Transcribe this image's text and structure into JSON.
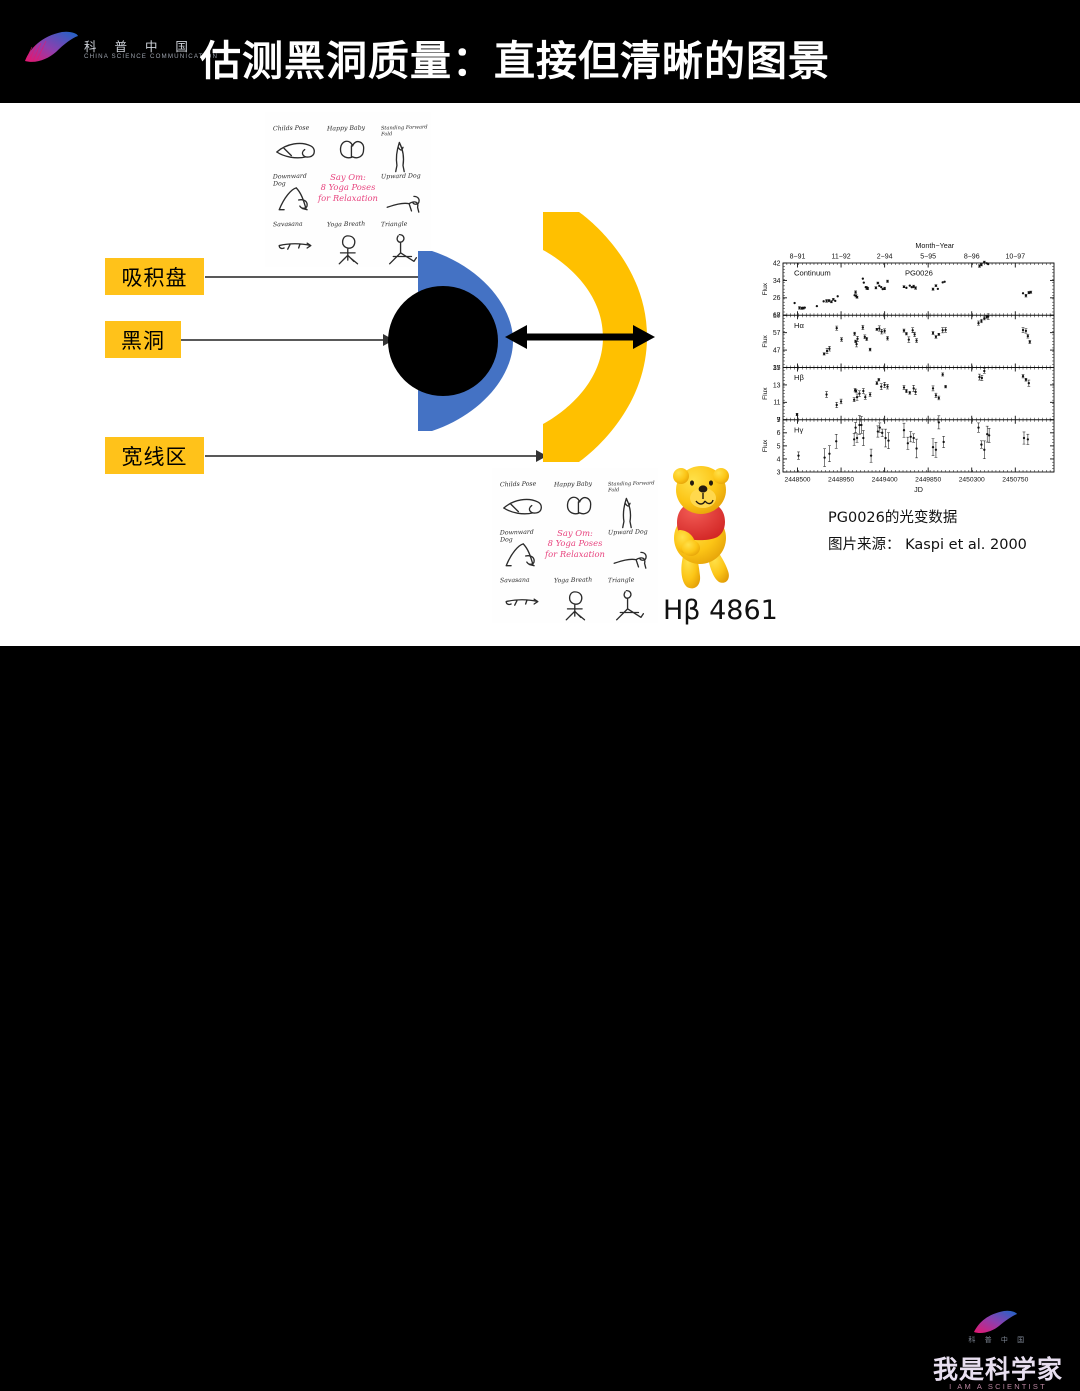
{
  "header": {
    "logo_cn": "科 普 中 国",
    "logo_en": "CHINA SCIENCE COMMUNICATION",
    "title": "估测黑洞质量：直接但清晰的图景"
  },
  "diagram": {
    "labels": [
      {
        "id": "accretion-disk",
        "text": "吸积盘"
      },
      {
        "id": "black-hole",
        "text": "黑洞"
      },
      {
        "id": "broad-line-region",
        "text": "宽线区"
      }
    ],
    "emission_line": "Hβ 4861",
    "colors": {
      "disk_blue": "#4472C4",
      "blr_yellow": "#FFC000",
      "label_yellow": "#FFC21A",
      "black_hole": "#000000",
      "connector": "#595959"
    }
  },
  "yoga_poster": {
    "center_title_line1": "Say Om:",
    "center_title_line2": "8 Yoga Poses",
    "center_title_line3": "for Relaxation",
    "poses": [
      "Childs Pose",
      "Happy Baby",
      "Standing Forward Fold",
      "Downward Dog",
      "Upward Dog",
      "Savasana",
      "Yoga Breath",
      "Triangle"
    ]
  },
  "chart_caption": {
    "line1": "PG0026的光变数据",
    "line2": "图片来源： Kaspi et al. 2000"
  },
  "footer": {
    "logo_cn_small": "科 普 中 国",
    "main": "我是科学家",
    "english": "I AM A SCIENTIST"
  },
  "chart_data": {
    "type": "scatter",
    "title": "PG0026",
    "object": "PG0026",
    "xlabel": "JD",
    "xlabel_top": "Month−Year",
    "ylabel": "Flux",
    "xlim": [
      2448350,
      2451150
    ],
    "xticks": [
      2448500,
      2448950,
      2449400,
      2449850,
      2450300,
      2450750
    ],
    "xticklabels": [
      "2448500",
      "2448950",
      "2449400",
      "2449850",
      "2450300",
      "2450750"
    ],
    "top_ticks": [
      2448500,
      2448950,
      2449400,
      2449850,
      2450300,
      2450750
    ],
    "top_ticklabels": [
      "8−91",
      "11−92",
      "2−94",
      "5−95",
      "8−96",
      "10−97"
    ],
    "grid": false,
    "legend": "none",
    "panels": [
      {
        "name": "Continuum",
        "ylim": [
          18,
          42
        ],
        "yticks": [
          18,
          26,
          34,
          42
        ],
        "yticklabels": [
          "18",
          "26",
          "34",
          "42"
        ],
        "points": [
          [
            2448470,
            23.6
          ],
          [
            2448520,
            21.4
          ],
          [
            2448545,
            21.2
          ],
          [
            2448560,
            21.3
          ],
          [
            2448575,
            21.5
          ],
          [
            2448700,
            22.2
          ],
          [
            2448770,
            24.4
          ],
          [
            2448800,
            24.6
          ],
          [
            2448825,
            24.7
          ],
          [
            2448850,
            24.2
          ],
          [
            2448870,
            25.3
          ],
          [
            2448890,
            24.6
          ],
          [
            2448915,
            26.7
          ],
          [
            2449090,
            27.2
          ],
          [
            2449100,
            28.6
          ],
          [
            2449105,
            26.9
          ],
          [
            2449115,
            26.3
          ],
          [
            2449175,
            34.8
          ],
          [
            2449185,
            33.0
          ],
          [
            2449205,
            30.9
          ],
          [
            2449215,
            30.6
          ],
          [
            2449225,
            30.3
          ],
          [
            2449310,
            30.6
          ],
          [
            2449330,
            32.8
          ],
          [
            2449345,
            31.5
          ],
          [
            2449365,
            30.9
          ],
          [
            2449380,
            30.0
          ],
          [
            2449400,
            30.3
          ],
          [
            2449430,
            33.6
          ],
          [
            2449600,
            31.1
          ],
          [
            2449625,
            30.6
          ],
          [
            2449660,
            31.6
          ],
          [
            2449680,
            30.9
          ],
          [
            2449700,
            31.2
          ],
          [
            2449720,
            30.5
          ],
          [
            2449900,
            30.0
          ],
          [
            2449930,
            31.6
          ],
          [
            2449950,
            30.1
          ],
          [
            2450000,
            33.1
          ],
          [
            2450020,
            33.4
          ],
          [
            2450380,
            40.6
          ],
          [
            2450400,
            41.2
          ],
          [
            2450430,
            42.4
          ],
          [
            2450455,
            41.9
          ],
          [
            2450470,
            41.5
          ],
          [
            2450830,
            28.1
          ],
          [
            2450860,
            27.0
          ],
          [
            2450890,
            28.4
          ],
          [
            2450910,
            28.6
          ]
        ]
      },
      {
        "name": "Hα",
        "ylim": [
          37,
          67
        ],
        "yticks": [
          37,
          47,
          57,
          67
        ],
        "yticklabels": [
          "37",
          "47",
          "57",
          "67"
        ],
        "points": [
          [
            2448775,
            44.8
          ],
          [
            2448805,
            46.5
          ],
          [
            2448830,
            47.8
          ],
          [
            2448905,
            59.6
          ],
          [
            2448955,
            53.1
          ],
          [
            2449090,
            56.4
          ],
          [
            2449100,
            52.0
          ],
          [
            2449110,
            50.4
          ],
          [
            2449120,
            53.5
          ],
          [
            2449175,
            60.0
          ],
          [
            2449195,
            54.6
          ],
          [
            2449215,
            53.4
          ],
          [
            2449250,
            47.3
          ],
          [
            2449320,
            58.9
          ],
          [
            2449345,
            59.4
          ],
          [
            2449370,
            57.6
          ],
          [
            2449400,
            58.0
          ],
          [
            2449430,
            53.8
          ],
          [
            2449600,
            58.2
          ],
          [
            2449625,
            56.4
          ],
          [
            2449650,
            53.0
          ],
          [
            2449690,
            58.4
          ],
          [
            2449710,
            56.0
          ],
          [
            2449730,
            52.5
          ],
          [
            2449900,
            56.8
          ],
          [
            2449930,
            54.6
          ],
          [
            2449960,
            56.0
          ],
          [
            2450000,
            58.4
          ],
          [
            2450030,
            58.6
          ],
          [
            2450370,
            62.5
          ],
          [
            2450400,
            63.7
          ],
          [
            2450430,
            65.2
          ],
          [
            2450455,
            66.0
          ],
          [
            2450470,
            66.2
          ],
          [
            2450830,
            58.5
          ],
          [
            2450860,
            58.0
          ],
          [
            2450880,
            55.0
          ],
          [
            2450900,
            51.7
          ]
        ]
      },
      {
        "name": "Hβ",
        "ylim": [
          9,
          15
        ],
        "yticks": [
          9,
          11,
          13,
          15
        ],
        "yticklabels": [
          "9",
          "11",
          "13",
          "15"
        ],
        "points": [
          [
            2448495,
            9.6
          ],
          [
            2448800,
            11.9
          ],
          [
            2448905,
            10.7
          ],
          [
            2448950,
            11.1
          ],
          [
            2449085,
            11.3
          ],
          [
            2449095,
            12.4
          ],
          [
            2449105,
            12.3
          ],
          [
            2449115,
            11.6
          ],
          [
            2449140,
            12.0
          ],
          [
            2449180,
            12.3
          ],
          [
            2449200,
            11.6
          ],
          [
            2449250,
            11.9
          ],
          [
            2449320,
            13.2
          ],
          [
            2449340,
            13.6
          ],
          [
            2449365,
            12.8
          ],
          [
            2449400,
            13.0
          ],
          [
            2449430,
            12.8
          ],
          [
            2449600,
            12.7
          ],
          [
            2449625,
            12.3
          ],
          [
            2449660,
            12.1
          ],
          [
            2449700,
            12.6
          ],
          [
            2449720,
            12.2
          ],
          [
            2449900,
            12.6
          ],
          [
            2449930,
            11.8
          ],
          [
            2449960,
            11.5
          ],
          [
            2450000,
            14.2
          ],
          [
            2450030,
            12.8
          ],
          [
            2450380,
            13.9
          ],
          [
            2450405,
            13.8
          ],
          [
            2450430,
            14.6
          ],
          [
            2450455,
            15.2
          ],
          [
            2450830,
            14.0
          ],
          [
            2450860,
            13.6
          ],
          [
            2450890,
            13.2
          ]
        ]
      },
      {
        "name": "Hγ",
        "ylim": [
          3,
          7
        ],
        "yticks": [
          3,
          4,
          5,
          6,
          7
        ],
        "yticklabels": [
          "3",
          "4",
          "5",
          "6",
          "7"
        ],
        "points": [
          [
            2448510,
            4.25
          ],
          [
            2448780,
            4.1
          ],
          [
            2448830,
            4.4
          ],
          [
            2448900,
            5.35
          ],
          [
            2449085,
            5.5
          ],
          [
            2449100,
            6.4
          ],
          [
            2449115,
            5.6
          ],
          [
            2449140,
            6.6
          ],
          [
            2449160,
            6.6
          ],
          [
            2449180,
            5.6
          ],
          [
            2449260,
            4.25
          ],
          [
            2449330,
            6.1
          ],
          [
            2449350,
            6.4
          ],
          [
            2449375,
            6.0
          ],
          [
            2449410,
            5.6
          ],
          [
            2449440,
            5.4
          ],
          [
            2449600,
            6.2
          ],
          [
            2449640,
            5.2
          ],
          [
            2449670,
            5.7
          ],
          [
            2449700,
            5.6
          ],
          [
            2449730,
            4.8
          ],
          [
            2449900,
            4.9
          ],
          [
            2449930,
            4.7
          ],
          [
            2449960,
            6.8
          ],
          [
            2450010,
            5.3
          ],
          [
            2450370,
            6.4
          ],
          [
            2450400,
            5.1
          ],
          [
            2450430,
            4.7
          ],
          [
            2450460,
            5.9
          ],
          [
            2450480,
            5.8
          ],
          [
            2450840,
            5.6
          ],
          [
            2450880,
            5.5
          ]
        ]
      }
    ]
  }
}
